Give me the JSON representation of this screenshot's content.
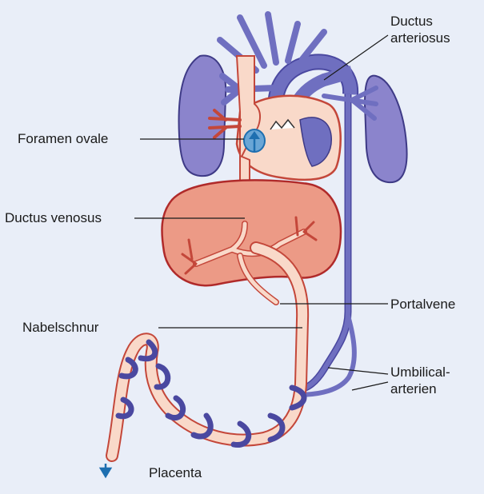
{
  "labels": {
    "ductus_arteriosus_line1": "Ductus",
    "ductus_arteriosus_line2": "arteriosus",
    "foramen_ovale": "Foramen ovale",
    "ductus_venosus": "Ductus venosus",
    "portalvene": "Portalvene",
    "nabelschnur": "Nabelschnur",
    "umbilical_line1": "Umbilical-",
    "umbilical_line2": "arterien",
    "placenta": "Placenta"
  },
  "colors": {
    "background": "#e9eef8",
    "vein_fill": "#f9d9c9",
    "vein_outline": "#c4473a",
    "liver_fill": "#ec9a86",
    "liver_outline": "#b02a2a",
    "artery_fill": "#6f6fc0",
    "lung_fill": "#8b84cc",
    "flow_arrow": "#1e6fb0"
  }
}
